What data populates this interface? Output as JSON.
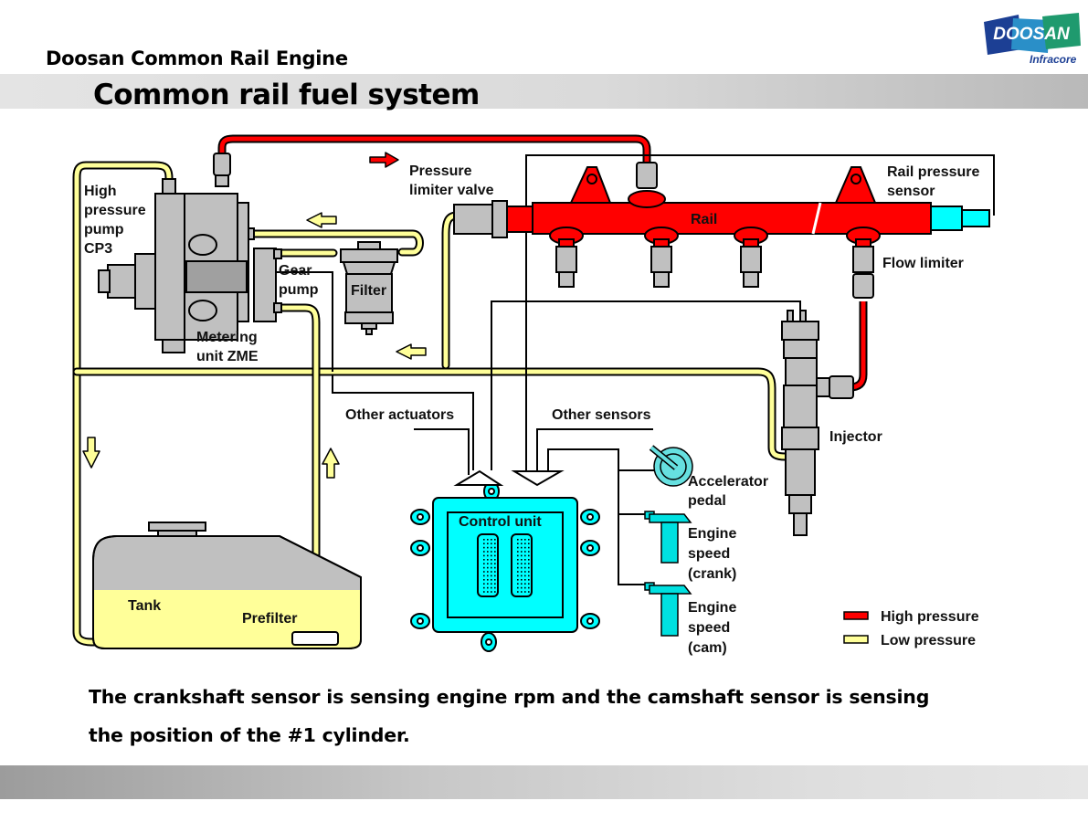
{
  "header": {
    "subtitle": "Doosan Common Rail Engine",
    "title": "Common rail fuel system",
    "logo": {
      "brand": "DOOSAN",
      "division": "Infracore"
    }
  },
  "colors": {
    "high_pressure": "#ff0000",
    "low_pressure": "#ffff99",
    "component_gray": "#c0c0c0",
    "electronic_cyan": "#00ffff",
    "logo_blue": "#1c3f94"
  },
  "diagram": {
    "components": {
      "pump": [
        "High",
        "pressure",
        "pump",
        "CP3"
      ],
      "gear_pump": [
        "Gear",
        "pump"
      ],
      "metering_unit": [
        "Metering",
        "unit ZME"
      ],
      "filter": "Filter",
      "pressure_limiter": [
        "Pressure",
        "limiter valve"
      ],
      "rail": "Rail",
      "rail_pressure_sensor": [
        "Rail pressure",
        "sensor"
      ],
      "flow_limiter": "Flow limiter",
      "injector": "Injector",
      "other_actuators": "Other actuators",
      "other_sensors": "Other sensors",
      "control_unit": "Control unit",
      "accelerator_pedal": [
        "Accelerator",
        "pedal"
      ],
      "engine_speed_crank": [
        "Engine",
        "speed",
        "(crank)"
      ],
      "engine_speed_cam": [
        "Engine",
        "speed",
        "(cam)"
      ],
      "tank": "Tank",
      "prefilter": "Prefilter"
    },
    "legend": [
      {
        "label": "High pressure",
        "color": "#ff0000"
      },
      {
        "label": "Low pressure",
        "color": "#ffff99"
      }
    ]
  },
  "caption": {
    "line1": "The crankshaft sensor is sensing engine rpm and the camshaft sensor is sensing",
    "line2": "the position of the #1 cylinder."
  }
}
